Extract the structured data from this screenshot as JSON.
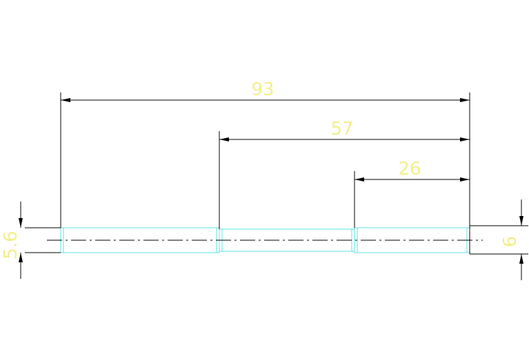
{
  "colors": {
    "background": "#ffffff",
    "part_outline": "#5fe3e3",
    "dimension_line": "#000000",
    "center_line": "#000000",
    "dimension_text": "#f2ef8a"
  },
  "dimensions": {
    "overall_length": "93",
    "middle_length": "57",
    "short_length": "26",
    "left_diameter": "5.6",
    "right_diameter": "6"
  }
}
